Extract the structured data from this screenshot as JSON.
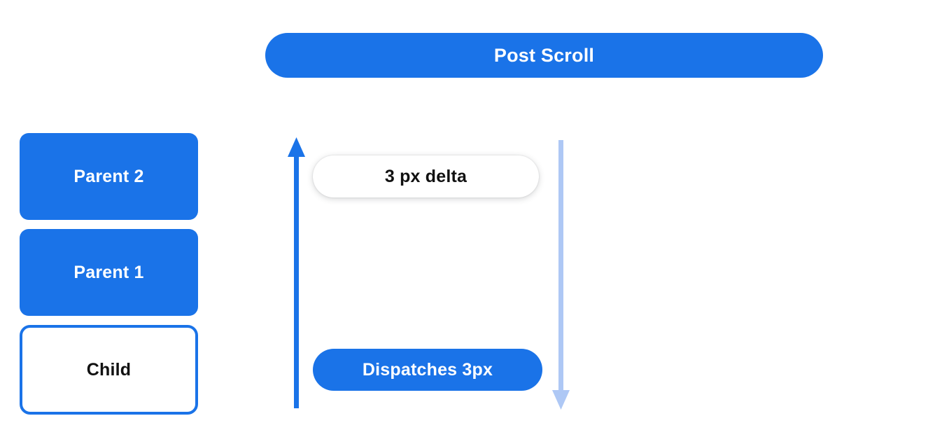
{
  "header": {
    "title": "Post Scroll",
    "background_color": "#1a73e8",
    "text_color": "#ffffff"
  },
  "hierarchy": {
    "boxes": [
      {
        "label": "Parent 2",
        "style": "filled",
        "fill_color": "#1a73e8",
        "text_color": "#ffffff"
      },
      {
        "label": "Parent 1",
        "style": "filled",
        "fill_color": "#1a73e8",
        "text_color": "#ffffff"
      },
      {
        "label": "Child",
        "style": "outlined",
        "fill_color": "#ffffff",
        "border_color": "#1a73e8",
        "text_color": "#111111"
      }
    ]
  },
  "flow": {
    "up_arrow": {
      "name": "scroll-bubble-up-arrow",
      "direction": "up",
      "color": "#1a73e8"
    },
    "down_arrow": {
      "name": "scroll-consume-down-arrow",
      "direction": "down",
      "color": "#aec8f5"
    },
    "delta_pill": {
      "label": "3 px delta",
      "background_color": "#ffffff",
      "text_color": "#111111"
    },
    "dispatch_pill": {
      "label": "Dispatches 3px",
      "background_color": "#1a73e8",
      "text_color": "#ffffff"
    }
  }
}
